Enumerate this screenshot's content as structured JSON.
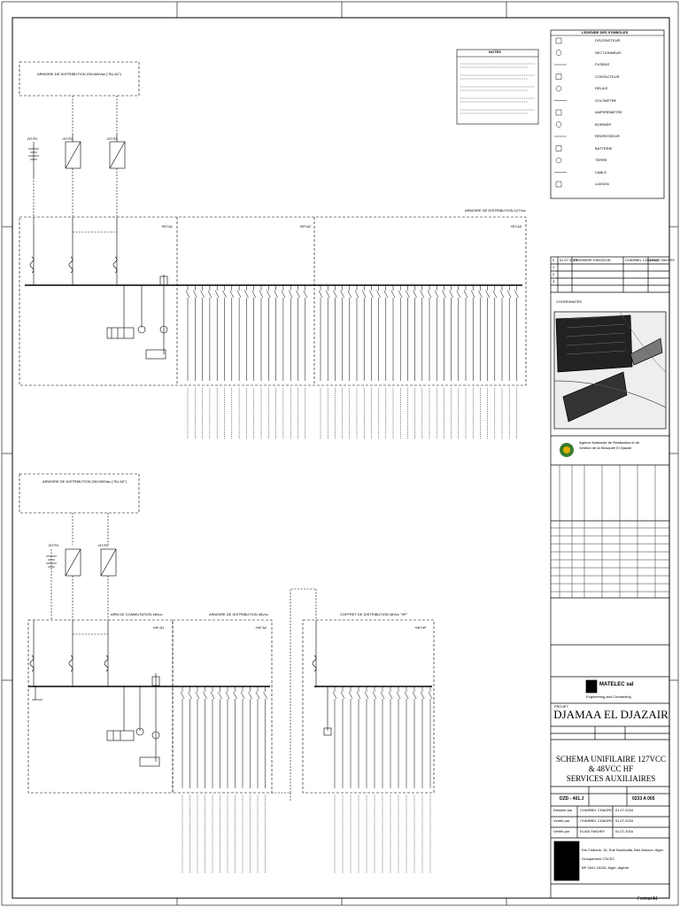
{
  "notes": {
    "title": "NOTES",
    "lines": [
      "1. ",
      "2. ",
      "3. ",
      "4. ",
      "5. "
    ]
  },
  "legend": {
    "title": "LEGENDE DES SYMBOLES",
    "items": [
      "DISJONCTEUR",
      "SECTIONNEUR",
      "FUSIBLE",
      "CONTACTEUR",
      "RELAIS",
      "VOLTMETRE",
      "AMPEREMETRE",
      "BORNIER",
      "REDRESSEUR",
      "BATTERIE",
      "TERRE",
      "CABLE",
      "LIAISON"
    ]
  },
  "top": {
    "source_box_title": "ARMOIRE DE DISTRIBUTION 230/400Vac (\"SU.A2\")",
    "dist_title": "ARMOIRE DE DISTRIBUTION 127Vcc",
    "panel_tags": [
      "+BT.A1",
      "+BT.A2",
      "+BT.A3"
    ],
    "rectifiers": [
      "-NT.R1",
      "-NT.R2",
      "-NT.R3"
    ]
  },
  "bottom": {
    "source_box_title": "ARMOIRE DE DISTRIBUTION 230/400Vac (\"SU.A2\")",
    "comm_title": "ARM DE COMMUTATION 48Vcc",
    "dist_title": "ARMOIRE DE DISTRIBUTION 48Vcc",
    "coffret_title": "COFFRET DE DISTRIBUTION 48Vcc \"HF\"",
    "panel_tags": [
      "+HF.A1",
      "+HF.A2",
      "+HF.HF"
    ],
    "rectifiers": [
      "-NT.R1",
      "-NT.R2"
    ]
  },
  "title_block": {
    "client_line1": "Agence Nationale de Réalisation et de",
    "client_line2": "Gestion de la Mosquée El Djazair",
    "company": "MATELEC sal",
    "company_sub": "Engineering and Contracting",
    "project_label": "PROJET",
    "project": "DJAMAA EL DJAZAIR",
    "title_line1": "SCHEMA UNIFILAIRE 127VCC & 48VCC HF",
    "title_line2": "SERVICES AUXILIAIRES",
    "doc_ref": "DZD - 401.J",
    "doc_no": "0233 A 005",
    "rows": [
      {
        "role": "Dessiné par",
        "name": "CHARBEL CHAGRO",
        "date": "01.07.2016"
      },
      {
        "role": "Vérifié par",
        "name": "CHARBEL CHAGRO",
        "date": "01.07.2016"
      },
      {
        "role": "Vérifié par",
        "name": "ELIAS FAKHRY",
        "date": "01.07.2016"
      }
    ],
    "revisions": [
      {
        "idx": "0",
        "date": "01.07.2016",
        "desc": "PREMIERE EMISSION",
        "by": "CHARBEL CHAGRO",
        "chk": "ELIAS FAKHRY"
      },
      {
        "idx": "1",
        "date": "",
        "desc": "",
        "by": "",
        "chk": ""
      },
      {
        "idx": "2",
        "date": "",
        "desc": "",
        "by": "",
        "chk": ""
      },
      {
        "idx": "3",
        "date": "",
        "desc": "",
        "by": "",
        "chk": ""
      }
    ],
    "address1": "Ets Chiboub, 15, Rue Boukhalfa, Ben Aknoun, Alger",
    "address2": "Groupement CSCEC",
    "address3": "BP 2601 16125, Alger, Algérie",
    "paper_format": "Format A1",
    "coord_label": "COORDINATES"
  },
  "colors": {
    "line": "#000000",
    "frame": "#000000",
    "logo_green": "#3a7d2c",
    "logo_yellow": "#e0b000"
  }
}
